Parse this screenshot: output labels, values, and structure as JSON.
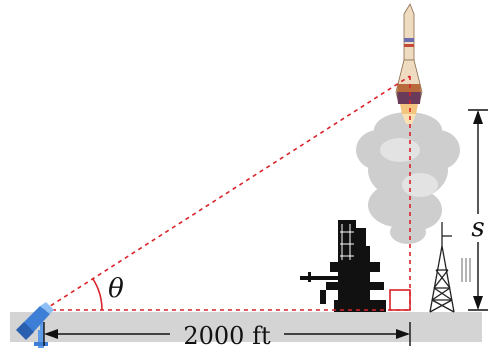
{
  "figure": {
    "angle_label": "θ",
    "height_label": "s",
    "distance_label": "2000 ft"
  },
  "colors": {
    "sight_line": "#d9222a",
    "ground": "#d2d2d2",
    "camera": "#3d7fd6",
    "rocket_body": "#efdcc0",
    "smoke": "#cfcfcf",
    "structures": "#111111"
  }
}
